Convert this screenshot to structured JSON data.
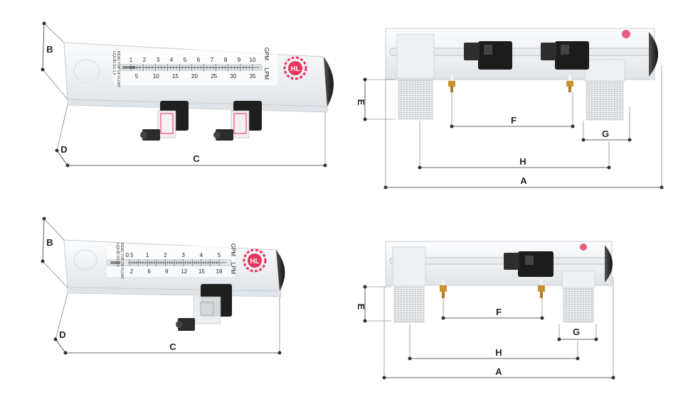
{
  "dimension_labels": {
    "a": "A",
    "b": "B",
    "c": "C",
    "d": "D",
    "e": "E",
    "f": "F",
    "g": "G",
    "h": "H"
  },
  "scale_top": {
    "unit_top": "GPM",
    "unit_bottom": "LPM",
    "gpm_ticks": [
      "1",
      "2",
      "3",
      "4",
      "5",
      "6",
      "7",
      "8",
      "9",
      "10"
    ],
    "lpm_ticks": [
      "5",
      "10",
      "15",
      "20",
      "25",
      "30",
      "35"
    ],
    "side_text": [
      "READ TOP OF FLOAT",
      "LIQUID:SG 1.0"
    ]
  },
  "scale_bottom": {
    "unit_top": "GPM",
    "unit_bottom": "LPM",
    "gpm_ticks": [
      "0.5",
      "1",
      "2",
      "3",
      "4",
      "5"
    ],
    "lpm_ticks": [
      "2",
      "6",
      "9",
      "12",
      "15",
      "18"
    ],
    "side_text": [
      "READ TOP OF FLOAT",
      "LIQUID:SG 1.0"
    ]
  },
  "logo_text": "HL",
  "colors": {
    "logo": "#e8335c",
    "connector": "#222222",
    "brass": "#c9902e",
    "label_pink": "#e24a86"
  }
}
